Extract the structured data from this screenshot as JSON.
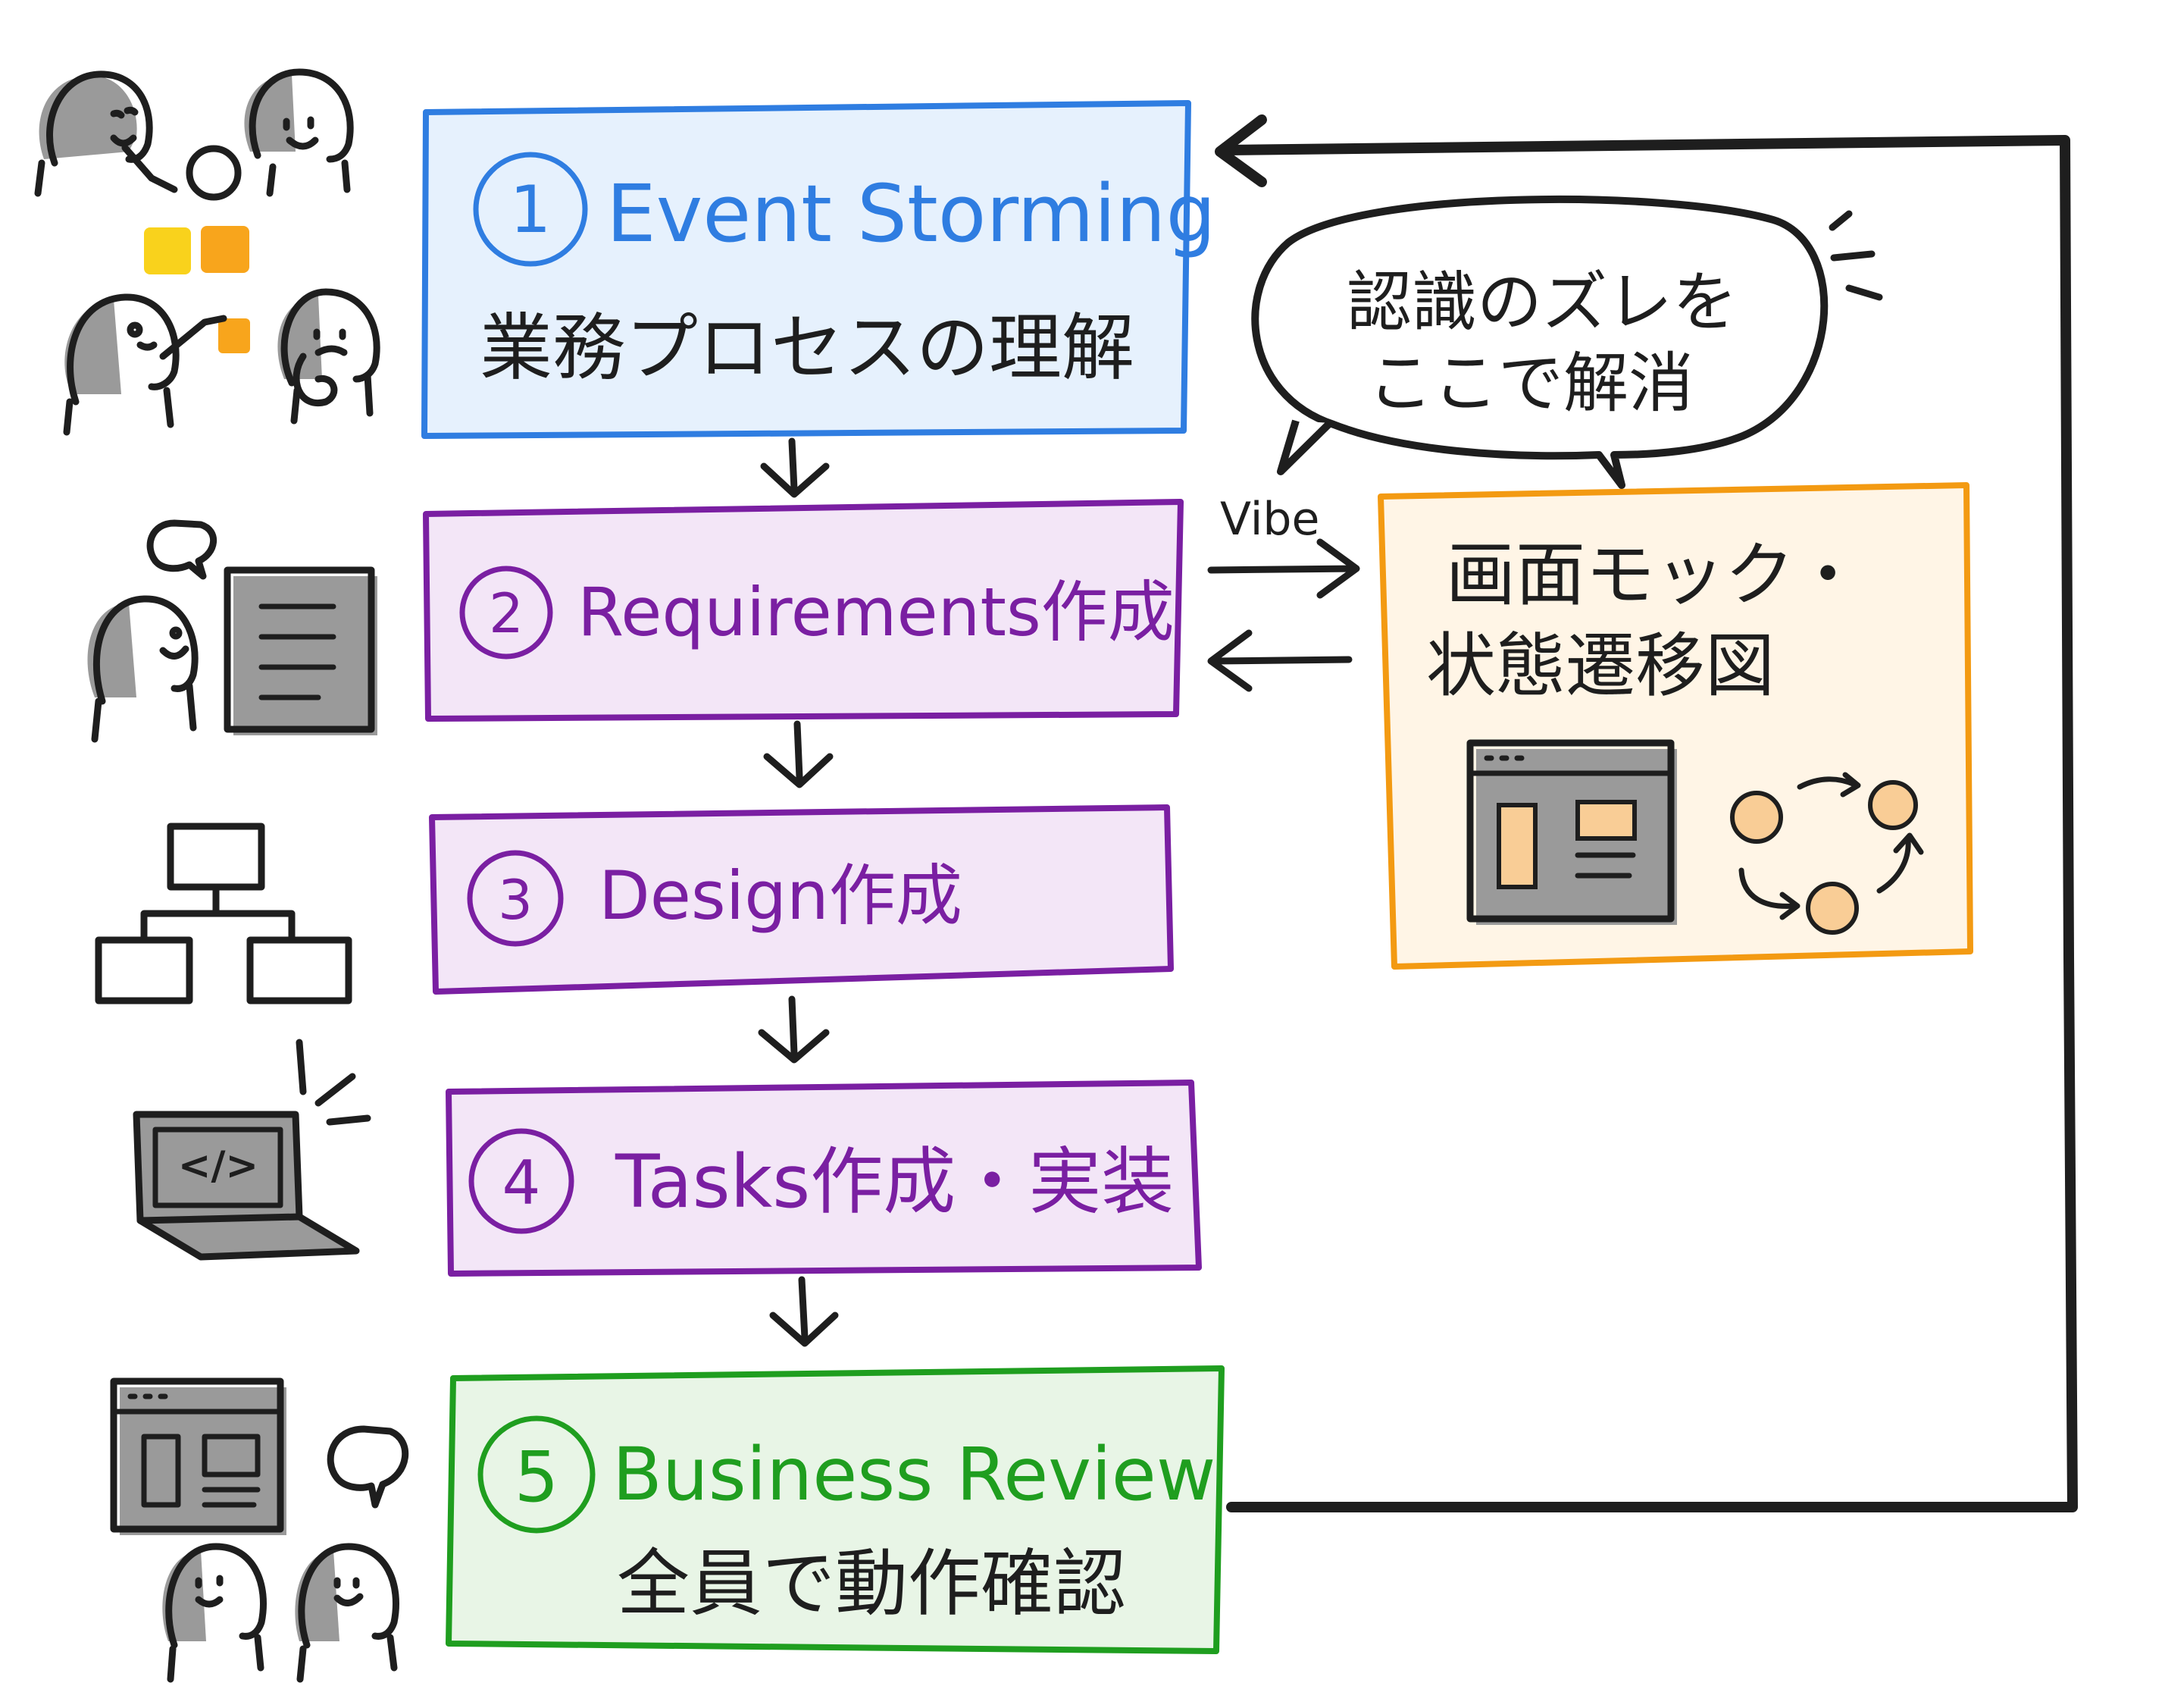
{
  "colors": {
    "blue": "#2f7de1",
    "blue_fill": "#e6f1fd",
    "purple": "#7a1fa2",
    "purple_fill": "#f3e6f7",
    "green": "#1f9e1f",
    "green_fill": "#e8f5e6",
    "orange": "#f39a12",
    "orange_fill": "#fff5e6",
    "ink": "#1e1e1e",
    "sticky_yellow": "#f9d21c",
    "sticky_orange": "#f8a51c",
    "mock_fill": "#f9cd96"
  },
  "steps": [
    {
      "number": "1",
      "title": "Event Storming",
      "subtitle": "業務プロセスの理解"
    },
    {
      "number": "2",
      "title": "Requirements作成",
      "subtitle": ""
    },
    {
      "number": "3",
      "title": "Design作成",
      "subtitle": ""
    },
    {
      "number": "4",
      "title": "Tasks作成・実装",
      "subtitle": ""
    },
    {
      "number": "5",
      "title": "Business Review",
      "subtitle": "全員で動作確認"
    }
  ],
  "mock_box": {
    "line1": "画面モック・",
    "line2": "状態遷移図"
  },
  "vibe_label": "Vibe",
  "speech_bubble": {
    "line1": "認識のズレを",
    "line2": "ここで解消"
  },
  "icons": [
    "team-storming-icon",
    "sticky-notes-icon",
    "person-document-icon",
    "hierarchy-icon",
    "laptop-code-icon",
    "browser-review-icon",
    "screen-mock-icon",
    "state-cycle-icon"
  ]
}
